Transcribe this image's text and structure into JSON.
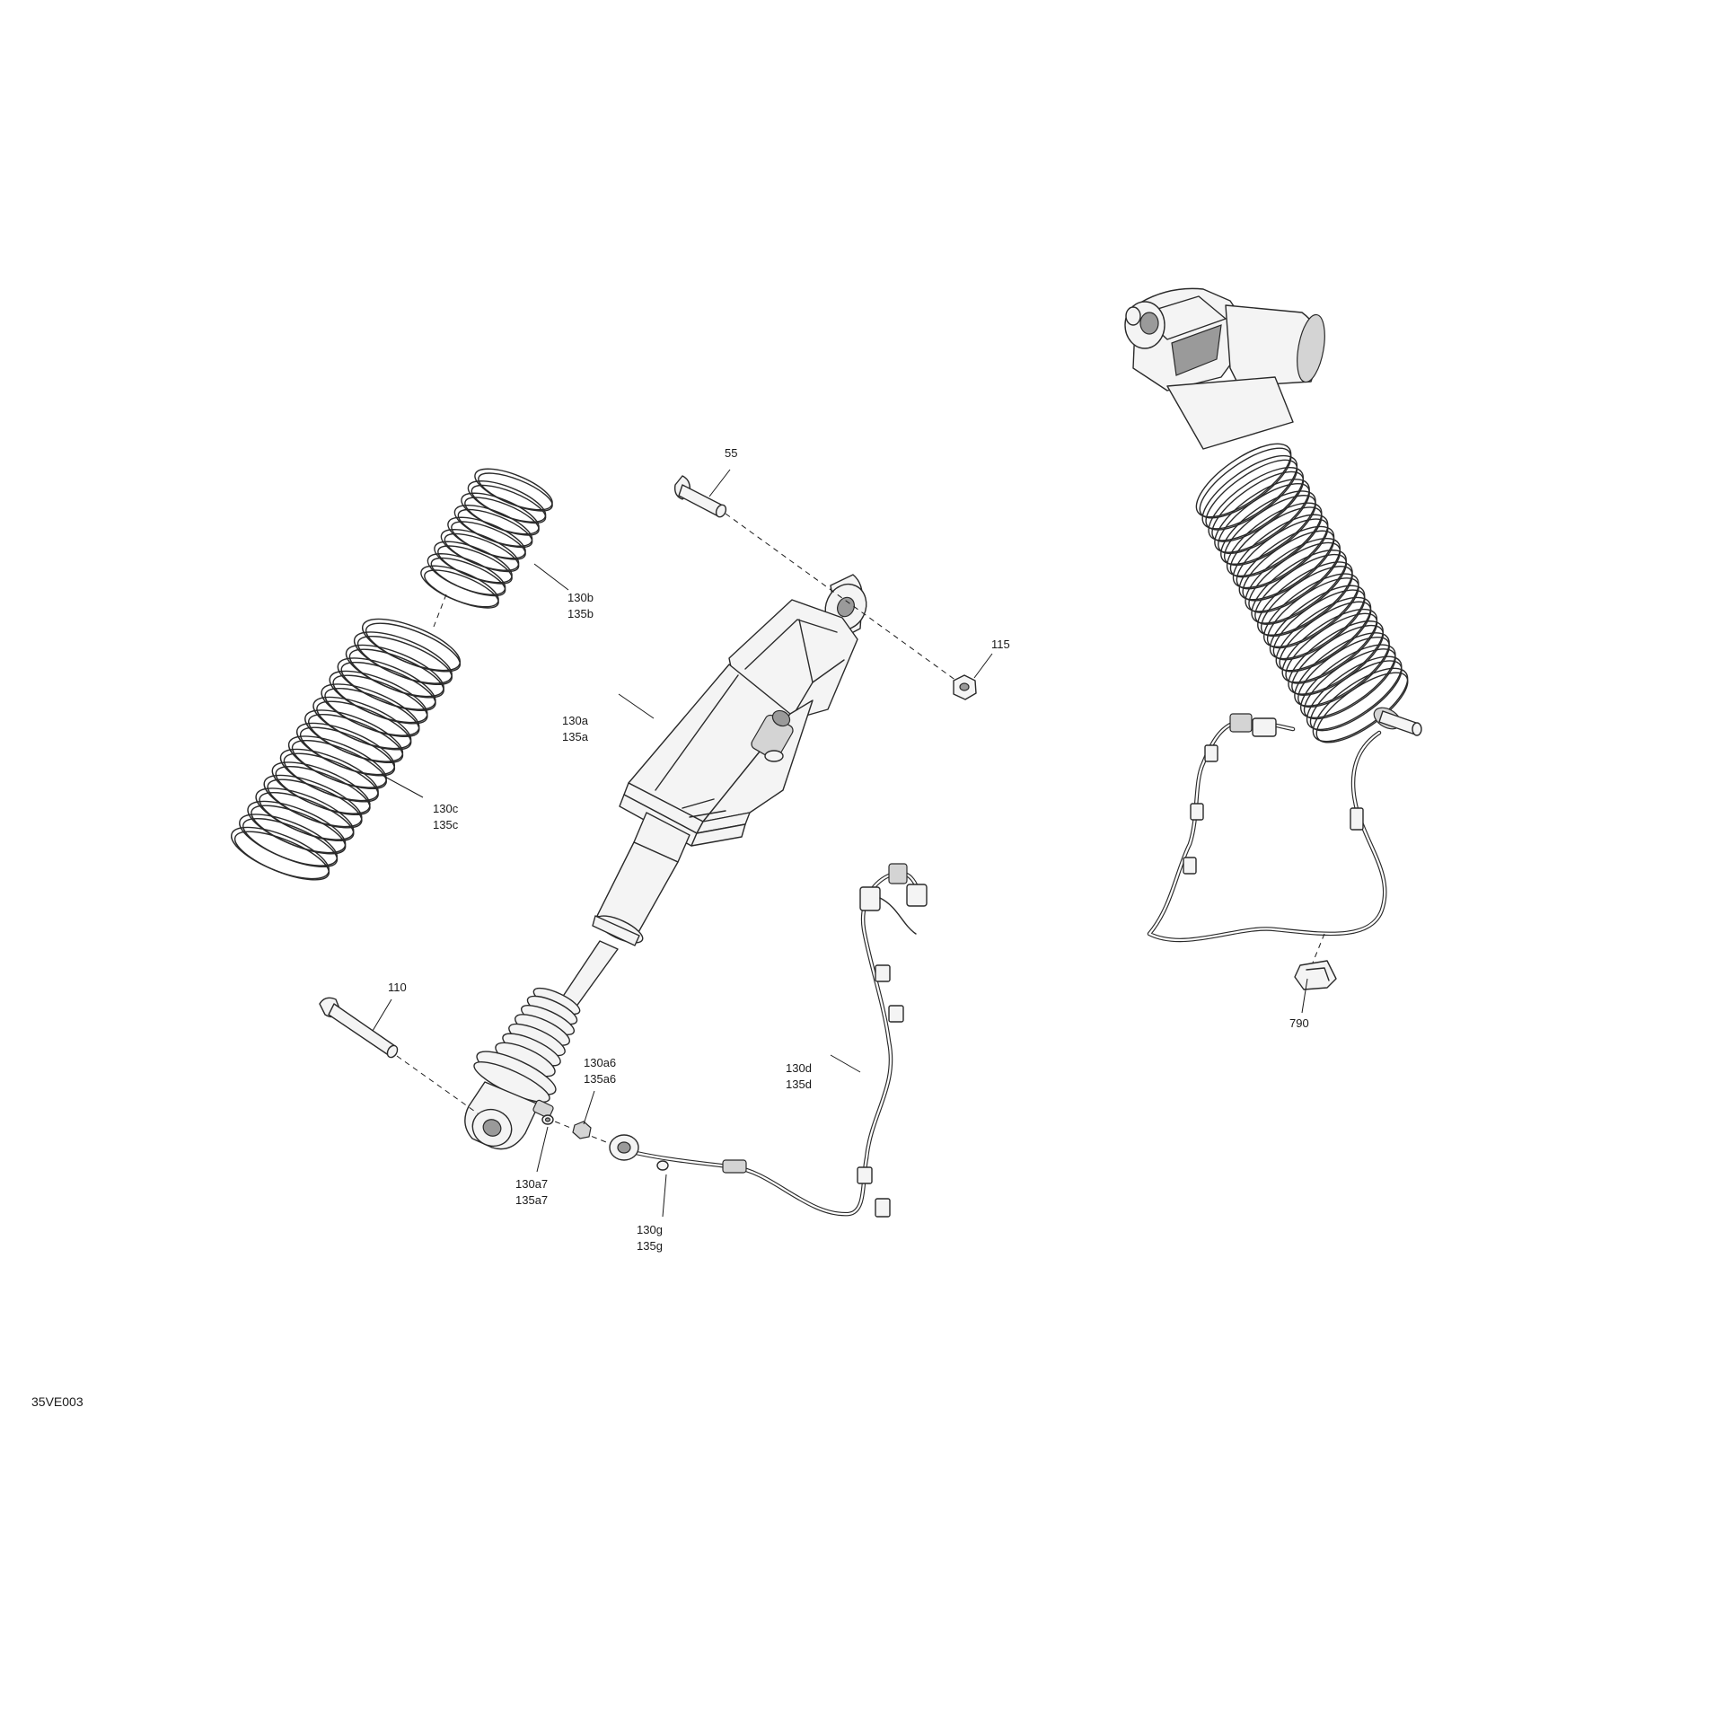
{
  "figure_code": "35VE003",
  "callouts": {
    "c55": "55",
    "c115": "115",
    "c110": "110",
    "c790": "790",
    "c130b": [
      "130b",
      "135b"
    ],
    "c130c": [
      "130c",
      "135c"
    ],
    "c130a": [
      "130a",
      "135a"
    ],
    "c130a6": [
      "130a6",
      "135a6"
    ],
    "c130a7": [
      "130a7",
      "135a7"
    ],
    "c130d": [
      "130d",
      "135d"
    ],
    "c130g": [
      "130g",
      "135g"
    ]
  }
}
